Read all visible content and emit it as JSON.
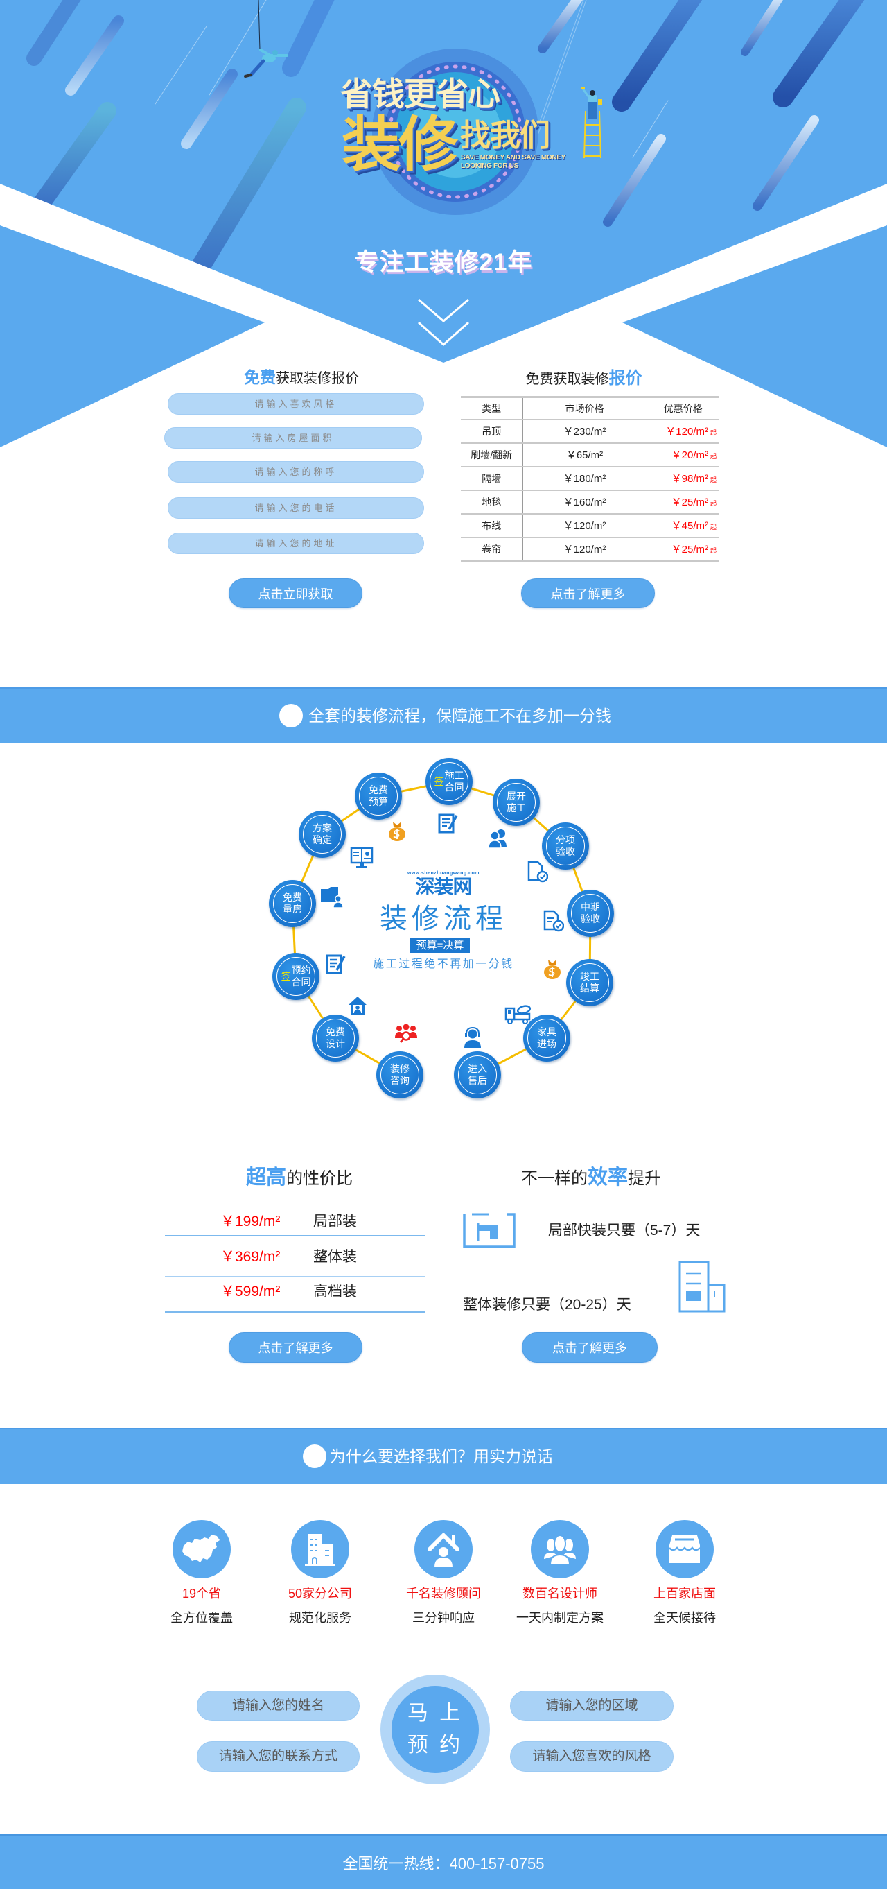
{
  "colors": {
    "primary": "#5aa9ee",
    "accent_text": "#4a9ff0",
    "process_blue": "#1a78d2",
    "connector_yellow": "#f5bd00",
    "price_red": "#ff0000",
    "headline_gold": "#f4cf52"
  },
  "hero": {
    "headline_line1": "省钱更省心",
    "headline_big": "装修",
    "headline_small": "找我们",
    "slogan_en_line1": "SAVE MONEY AND SAVE MONEY",
    "slogan_en_line2": "LOOKING FOR US",
    "tagline": "专注工装修21年",
    "scroll_icon": "double-chevron-down-icon"
  },
  "quote_form": {
    "title_accent": "免费",
    "title_rest": "获取装修报价",
    "fields": [
      {
        "placeholder": "请输入喜欢风格"
      },
      {
        "placeholder": "请输入房屋面积"
      },
      {
        "placeholder": "请输入您的称呼"
      },
      {
        "placeholder": "请输入您的电话"
      },
      {
        "placeholder": "请输入您的地址"
      }
    ],
    "submit_label": "点击立即获取"
  },
  "price_table": {
    "title_main": "免费获取装修",
    "title_accent": "报价",
    "columns": [
      "类型",
      "市场价格",
      "优惠价格"
    ],
    "rows": [
      {
        "type": "吊顶",
        "market": "￥230/m²",
        "discount": "￥120/m²",
        "suffix": "起"
      },
      {
        "type": "刷墙/翻新",
        "market": "￥65/m²",
        "discount": "￥20/m²",
        "suffix": "起"
      },
      {
        "type": "隔墙",
        "market": "￥180/m²",
        "discount": "￥98/m²",
        "suffix": "起"
      },
      {
        "type": "地毯",
        "market": "￥160/m²",
        "discount": "￥25/m²",
        "suffix": "起"
      },
      {
        "type": "布线",
        "market": "￥120/m²",
        "discount": "￥45/m²",
        "suffix": "起"
      },
      {
        "type": "卷帘",
        "market": "￥120/m²",
        "discount": "￥25/m²",
        "suffix": "起"
      }
    ],
    "more_label": "点击了解更多"
  },
  "process_banner": {
    "icon": "circle-bullet-icon",
    "text": "全套的装修流程，保障施工不在多加一分钱"
  },
  "process": {
    "logo_url": "www.shenzhuangwang.com",
    "logo_text": "深装网",
    "title": "装修流程",
    "badge": "预算=决算",
    "subtitle": "施工过程绝不再加一分钱",
    "steps": [
      {
        "line1": "装修",
        "line2": "咨询"
      },
      {
        "line1": "免费",
        "line2": "设计"
      },
      {
        "prefix": "签",
        "line1": "预约",
        "line2": "合同"
      },
      {
        "line1": "免费",
        "line2": "量房"
      },
      {
        "line1": "方案",
        "line2": "确定"
      },
      {
        "line1": "免费",
        "line2": "预算"
      },
      {
        "prefix": "签",
        "line1": "施工",
        "line2": "合同"
      },
      {
        "line1": "展开",
        "line2": "施工"
      },
      {
        "line1": "分项",
        "line2": "验收"
      },
      {
        "line1": "中期",
        "line2": "验收"
      },
      {
        "line1": "竣工",
        "line2": "结算"
      },
      {
        "line1": "家具",
        "line2": "进场"
      },
      {
        "line1": "进入",
        "line2": "售后"
      }
    ]
  },
  "value": {
    "title_accent": "超高",
    "title_rest": "的性价比",
    "tiers": [
      {
        "price": "￥199/m²",
        "label": "局部装"
      },
      {
        "price": "￥369/m²",
        "label": "整体装"
      },
      {
        "price": "￥599/m²",
        "label": "高档装"
      }
    ],
    "more_label": "点击了解更多"
  },
  "efficiency": {
    "title_pre": "不一样的",
    "title_accent": "效率",
    "title_post": "提升",
    "items": [
      {
        "icon": "drill-frame-icon",
        "text": "局部快装只要（5-7）天"
      },
      {
        "icon": "building-icon",
        "text": "整体装修只要（20-25）天"
      }
    ],
    "more_label": "点击了解更多"
  },
  "why_banner": {
    "icon": "circle-bullet-icon",
    "text": "为什么要选择我们？用实力说话"
  },
  "features": [
    {
      "icon": "china-map-icon",
      "highlight": "19个省",
      "desc": "全方位覆盖"
    },
    {
      "icon": "office-building-icon",
      "highlight": "50家分公司",
      "desc": "规范化服务"
    },
    {
      "icon": "house-person-icon",
      "highlight": "千名装修顾问",
      "desc": "三分钟响应"
    },
    {
      "icon": "designers-group-icon",
      "highlight": "数百名设计师",
      "desc": "一天内制定方案"
    },
    {
      "icon": "storefront-icon",
      "highlight": "上百家店面",
      "desc": "全天候接待"
    }
  ],
  "booking": {
    "fields": [
      {
        "placeholder": "请输入您的姓名"
      },
      {
        "placeholder": "请输入您的联系方式"
      },
      {
        "placeholder": "请输入您的区域"
      },
      {
        "placeholder": "请输入您喜欢的风格"
      }
    ],
    "cta_line1": "马 上",
    "cta_line2": "预 约"
  },
  "footer": {
    "hotline": "全国统一热线：400-157-0755"
  }
}
